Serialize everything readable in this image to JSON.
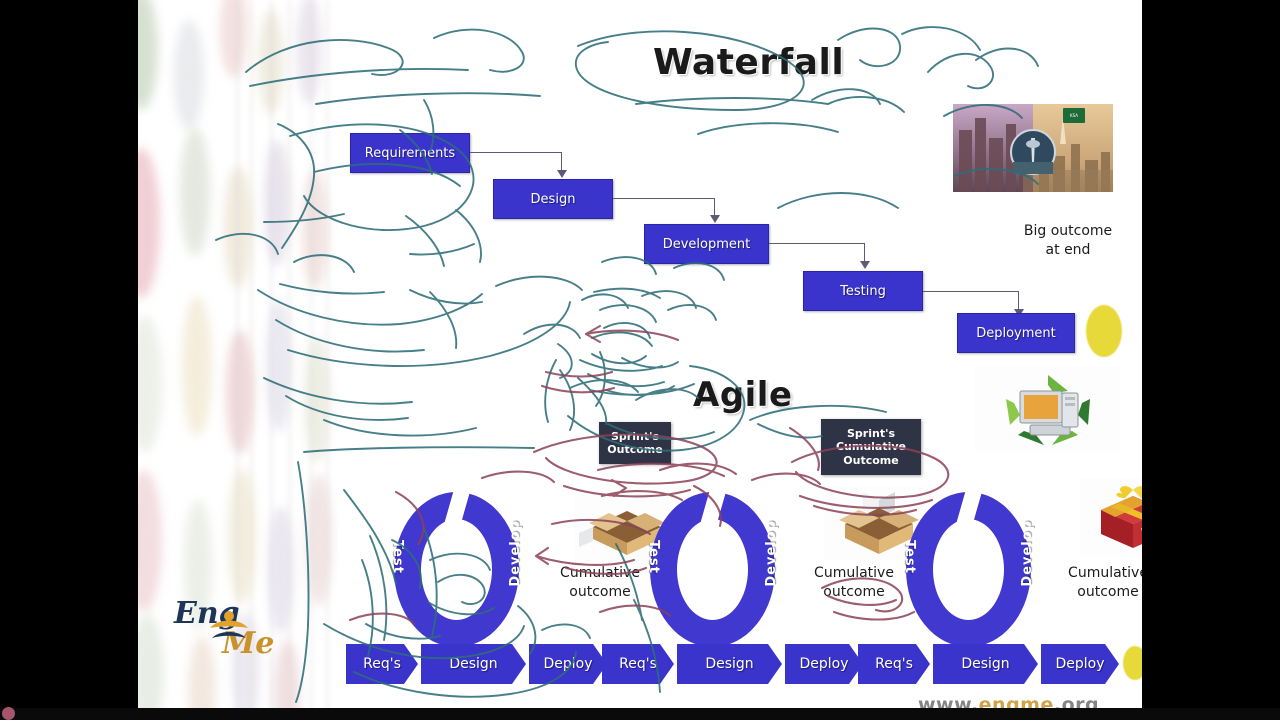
{
  "slide": {
    "watermark": "www.engme.org",
    "watermark_prefix": "www.",
    "watermark_brand": "engme",
    "watermark_suffix": ".org",
    "logo": {
      "part1": "Eng",
      "part2": "Me"
    }
  },
  "waterfall": {
    "heading": "Waterfall",
    "stages": [
      {
        "label": "Requirements"
      },
      {
        "label": "Design"
      },
      {
        "label": "Development"
      },
      {
        "label": "Testing"
      },
      {
        "label": "Deployment"
      }
    ],
    "note": "Big outcome\nat end",
    "note_line1": "Big outcome",
    "note_line2": "at end",
    "image_caption": "riyadh-skyline-photo"
  },
  "agile": {
    "heading": "Agile",
    "note_sprint_outcome_line1": "Sprint's",
    "note_sprint_outcome_line2": "Outcome",
    "note_cumulative_line1": "Sprint's",
    "note_cumulative_line2": "Cumulative",
    "note_cumulative_line3": "Outcome",
    "loop_labels": {
      "test": "Test",
      "develop": "Develop"
    },
    "chevrons": [
      "Req's",
      "Design",
      "Deploy"
    ],
    "cumulative_line1": "Cumulative",
    "cumulative_line2": "outcome",
    "sprints": [
      {
        "index": 1,
        "outcome_icon": "open-box-icon"
      },
      {
        "index": 2,
        "outcome_icon": "box-with-contents-icon"
      },
      {
        "index": 3,
        "outcome_icon": "gift-box-icon"
      }
    ],
    "recycle_icon": "computer-recycle-icon"
  },
  "colors": {
    "process_blue": "#3A33CC",
    "loop_blue": "#4038CF",
    "note_dark": "#2e3446",
    "accent_yellow": "#E8D93A",
    "ink_teal": "#2e6e78",
    "ink_maroon": "#8b4257",
    "background": "#ffffff"
  },
  "player": {
    "time_label": ""
  }
}
